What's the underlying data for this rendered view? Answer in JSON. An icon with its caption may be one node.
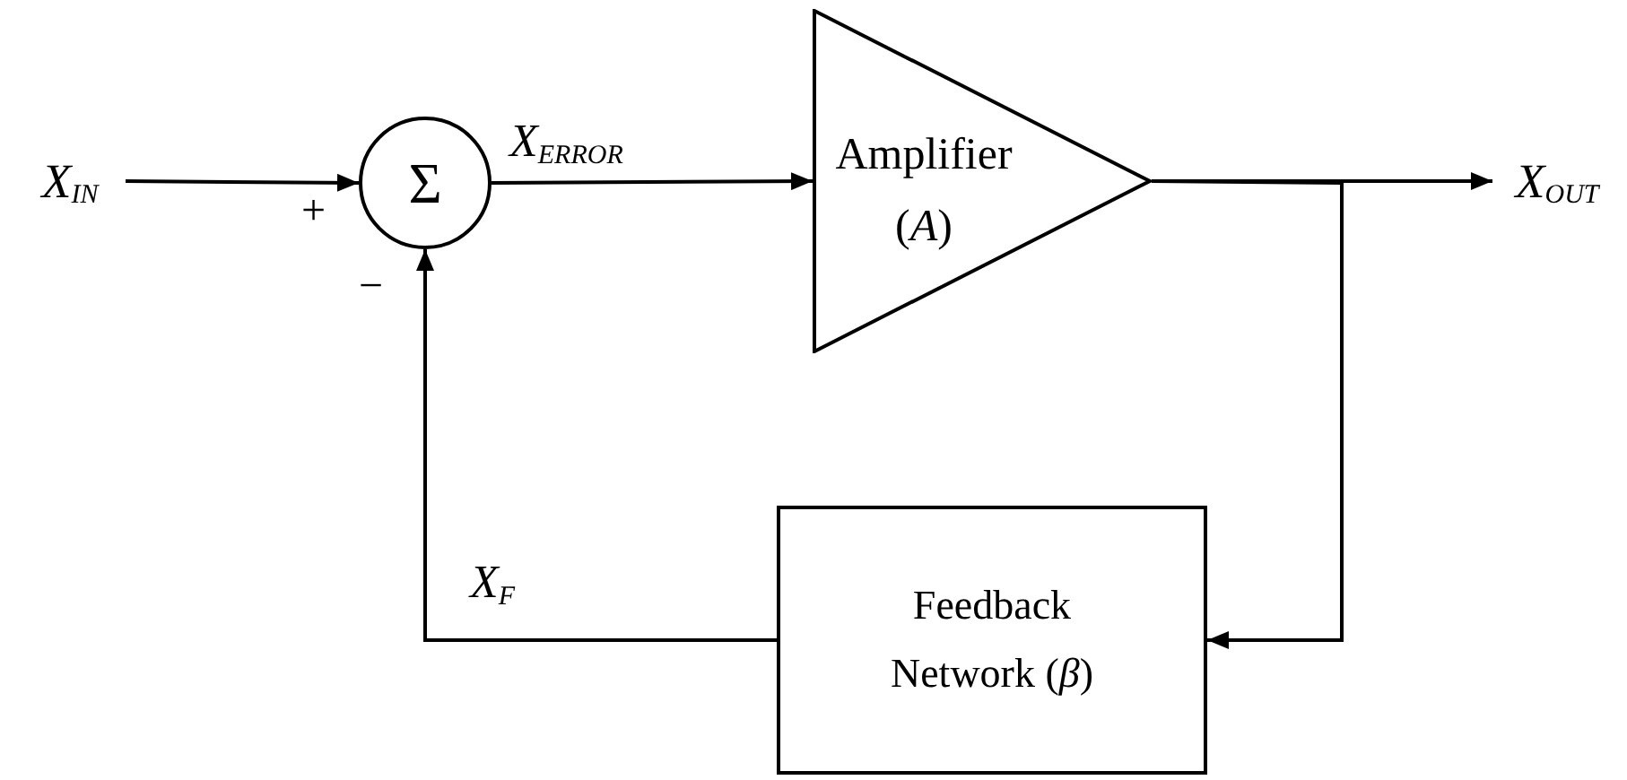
{
  "diagram": {
    "nodes": [
      {
        "text": [
          "X$_{IN}$"
        ]
      },
      {
        "text": [
          "Σ"
        ]
      },
      {
        "text": [
          "Amplifier (*A*)"
        ]
      },
      {
        "text": [
          "X$_{OUT}$"
        ]
      },
      {
        "text": [
          "Feedback Network (*β*)"
        ]
      }
    ],
    "edges": [
      {
        "from": 0,
        "to": 1,
        "arrow": "to"
      },
      {
        "from": 1,
        "to": 2,
        "arrow": "to",
        "label": "X$_{ERROR}$"
      },
      {
        "from": 2,
        "to": 3,
        "arrow": "to"
      },
      {
        "from": 2,
        "to": 4,
        "arrow": "to"
      },
      {
        "from": 4,
        "to": 1,
        "arrow": "to",
        "label": "X$_{F}$"
      }
    ],
    "labels": [
      "+",
      "−"
    ]
  }
}
